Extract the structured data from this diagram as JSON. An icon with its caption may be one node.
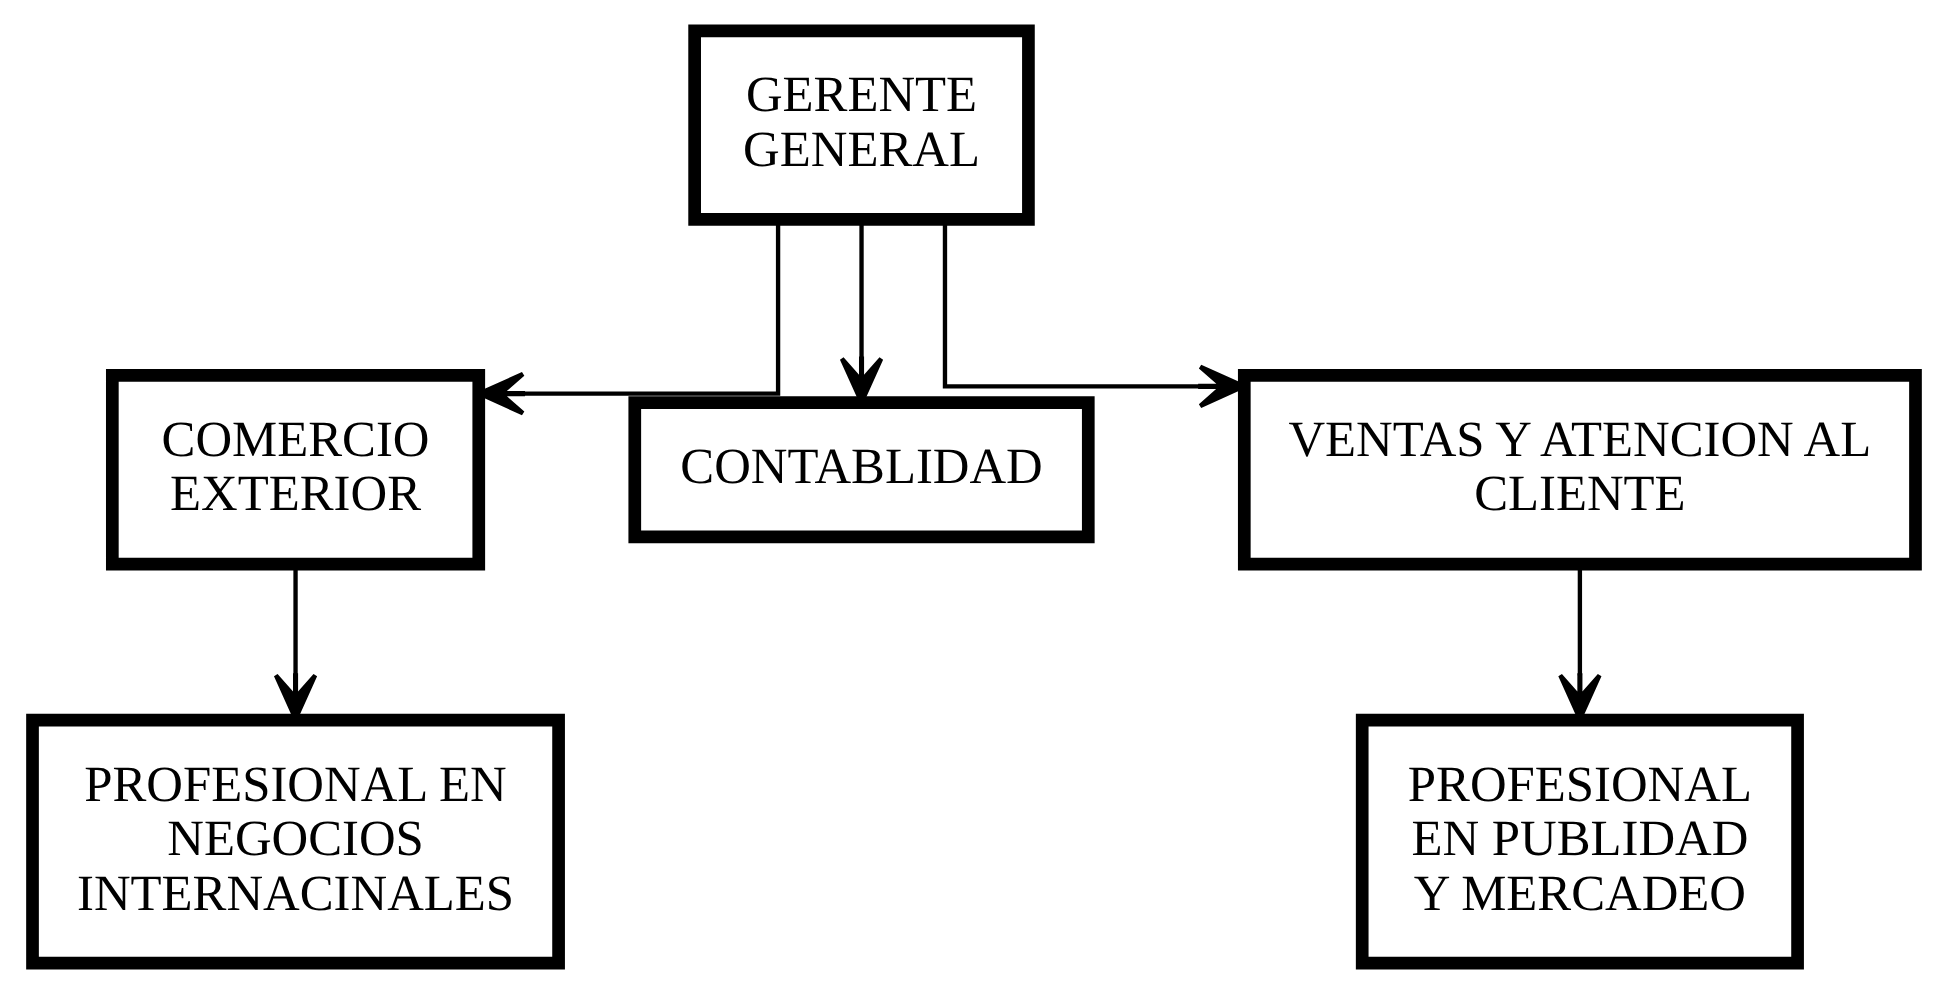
{
  "diagram": {
    "nodes": [
      {
        "text": [
          "GERENTE GENERAL"
        ]
      },
      {
        "text": [
          "COMERCIO EXTERIOR"
        ]
      },
      {
        "text": [
          "CONTABLIDAD"
        ]
      },
      {
        "text": [
          "VENTAS Y ATENCION AL CLIENTE"
        ]
      },
      {
        "text": [
          "PROFESIONAL EN NEGOCIOS INTERNACINALES"
        ]
      },
      {
        "text": [
          "PROFESIONAL EN PUBLIDAD Y MERCADEO"
        ]
      }
    ],
    "edges": [
      {
        "from": 0,
        "to": 1,
        "arrow": "to"
      },
      {
        "from": 0,
        "to": 2,
        "arrow": "to"
      },
      {
        "from": 0,
        "to": 3,
        "arrow": "to"
      },
      {
        "from": 1,
        "to": 4,
        "arrow": "to"
      },
      {
        "from": 3,
        "to": 5,
        "arrow": "to"
      }
    ]
  }
}
